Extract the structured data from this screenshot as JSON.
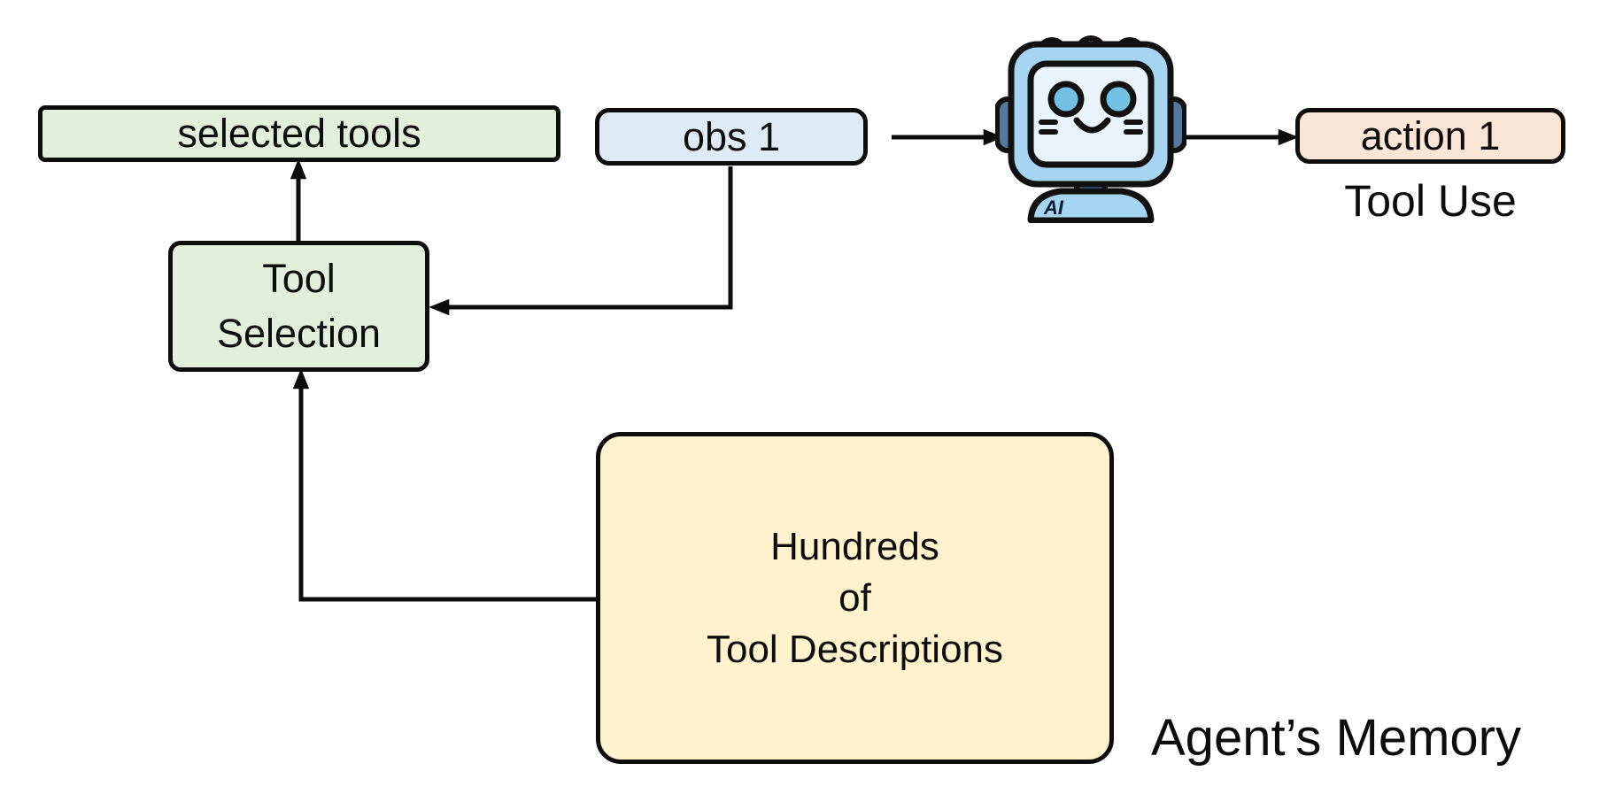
{
  "diagram": {
    "nodes": {
      "selected_tools": {
        "label": "selected tools",
        "fill": "#e2efda"
      },
      "obs_1": {
        "label": "obs 1",
        "fill": "#deebf7"
      },
      "action_1": {
        "label": "action 1",
        "fill": "#fbe5d6"
      },
      "tool_selection": {
        "lines": [
          "Tool",
          "Selection"
        ],
        "fill": "#e2efda"
      },
      "memory_store": {
        "lines": [
          "Hundreds",
          "of",
          "Tool Descriptions"
        ],
        "fill": "#fff2cc"
      }
    },
    "captions": {
      "tool_use": "Tool Use",
      "agents_memory": "Agent’s Memory"
    },
    "robot": {
      "badge_label": "AI",
      "colors": {
        "body": "#a5d5f0",
        "screen": "#e9f4fc",
        "eye": "#74c1e6",
        "dark": "#55799e",
        "bump": "#dd6a6a",
        "outline": "#111111",
        "badge_text": "#0d1b33"
      }
    },
    "connectors": {
      "color": "#0d0d0d"
    }
  }
}
